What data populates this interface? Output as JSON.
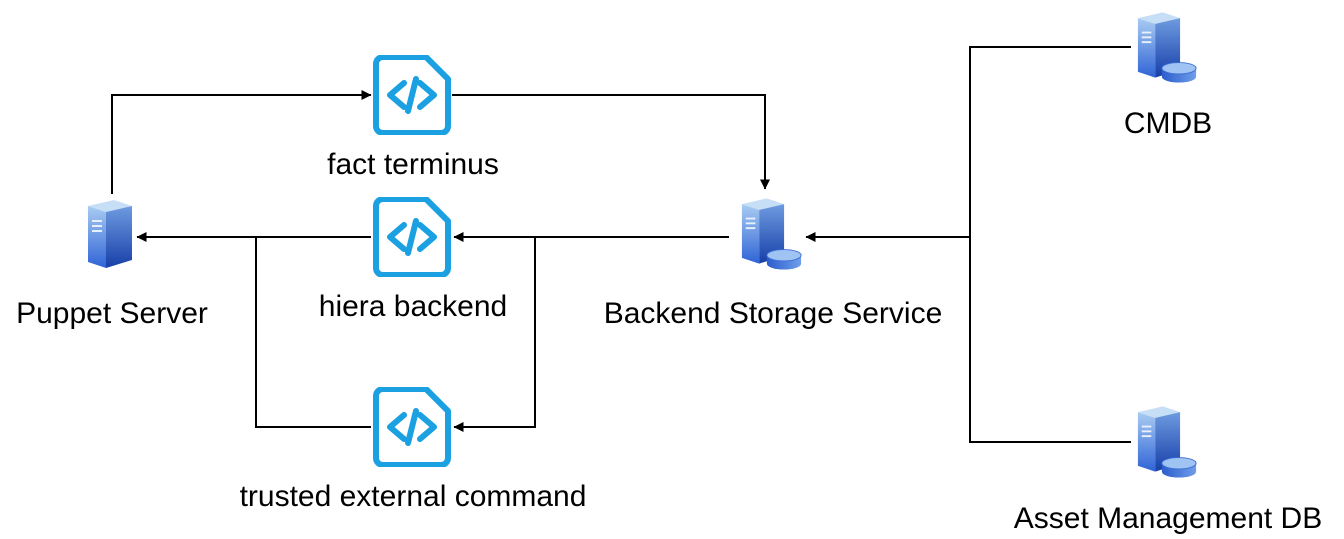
{
  "colors": {
    "code_icon": "#1BA1E2",
    "server_light": "#8FB8E8",
    "server_dark": "#1E57C8",
    "connector": "#000000"
  },
  "nodes": {
    "puppet_server": {
      "label": "Puppet Server",
      "icon": "server-icon"
    },
    "fact_terminus": {
      "label": "fact terminus",
      "icon": "code-file-icon"
    },
    "hiera_backend": {
      "label": "hiera backend",
      "icon": "code-file-icon"
    },
    "trusted_external_command": {
      "label": "trusted external command",
      "icon": "code-file-icon"
    },
    "backend_storage_service": {
      "label": "Backend Storage Service",
      "icon": "database-server-icon"
    },
    "cmdb": {
      "label": "CMDB",
      "icon": "database-server-icon"
    },
    "asset_management_db": {
      "label": "Asset Management DB",
      "icon": "database-server-icon"
    }
  },
  "edges": [
    {
      "from": "puppet_server",
      "to": "fact_terminus"
    },
    {
      "from": "fact_terminus",
      "to": "backend_storage_service"
    },
    {
      "from": "backend_storage_service",
      "to": "hiera_backend"
    },
    {
      "from": "backend_storage_service",
      "to": "trusted_external_command"
    },
    {
      "from": "hiera_backend",
      "to": "puppet_server"
    },
    {
      "from": "trusted_external_command",
      "to": "puppet_server"
    },
    {
      "from": "cmdb",
      "to": "backend_storage_service"
    },
    {
      "from": "asset_management_db",
      "to": "backend_storage_service"
    }
  ]
}
